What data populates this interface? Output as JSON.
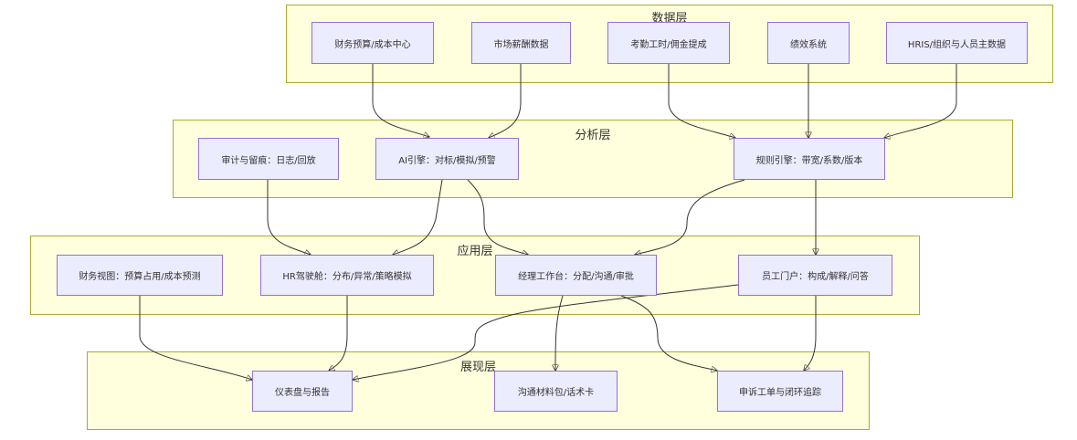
{
  "layers": {
    "data": "数据层",
    "analysis": "分析层",
    "application": "应用层",
    "presentation": "展现层"
  },
  "nodes": {
    "finance_budget": "财务预算/成本中心",
    "market_salary": "市场薪酬数据",
    "attendance": "考勤工时/佣金提成",
    "performance": "绩效系统",
    "hris": "HRIS/组织与人员主数据",
    "audit": "审计与留痕：日志/回放",
    "ai_engine": "AI引擎：对标/模拟/预警",
    "rule_engine": "规则引擎：带宽/系数/版本",
    "finance_view": "财务视图：预算占用/成本预测",
    "hr_cockpit": "HR驾驶舱：分布/异常/策略模拟",
    "manager_desk": "经理工作台：分配/沟通/审批",
    "employee_portal": "员工门户：构成/解释/问答",
    "dashboard": "仪表盘与报告",
    "comm_pack": "沟通材料包/话术卡",
    "appeal": "申诉工单与闭环追踪"
  },
  "colors": {
    "layer_fill": "#ffffde",
    "layer_border": "#aaaa33",
    "node_fill": "#ececff",
    "node_border": "#9370db",
    "edge": "#333333"
  }
}
